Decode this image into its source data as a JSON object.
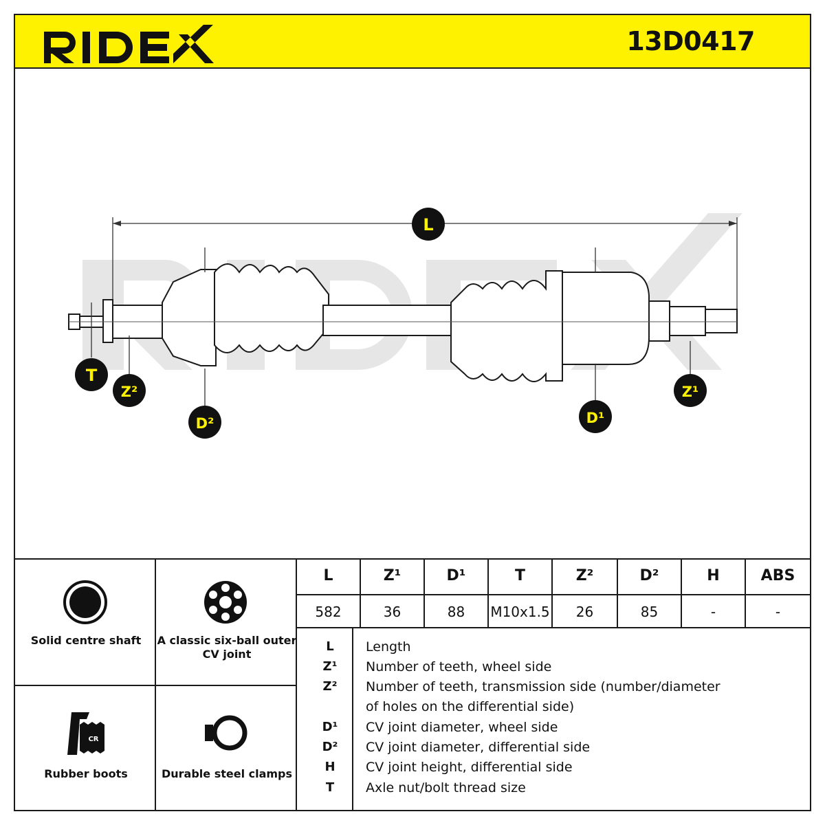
{
  "header": {
    "brand": "RIDEX",
    "part_number": "13D0417",
    "background": "#fff200"
  },
  "drawing": {
    "watermark": "RIDEX",
    "callouts": {
      "L": "L",
      "T": "T",
      "Z2": "Z²",
      "D2": "D²",
      "D1": "D¹",
      "Z1": "Z¹"
    }
  },
  "features": [
    {
      "icon": "solid-shaft-icon",
      "label": "Solid centre shaft"
    },
    {
      "icon": "six-ball-joint-icon",
      "label": "A classic six-ball outer CV joint"
    },
    {
      "icon": "rubber-boot-cr-icon",
      "label": "Rubber boots"
    },
    {
      "icon": "steel-clamp-icon",
      "label": "Durable steel clamps"
    }
  ],
  "specs": {
    "headers": [
      "L",
      "Z¹",
      "D¹",
      "T",
      "Z²",
      "D²",
      "H",
      "ABS"
    ],
    "values": [
      "582",
      "36",
      "88",
      "M10x1.5",
      "26",
      "85",
      "-",
      "-"
    ]
  },
  "legend": [
    {
      "key": "L",
      "text": "Length"
    },
    {
      "key": "Z¹",
      "text": "Number of teeth, wheel side"
    },
    {
      "key": "Z²",
      "text": "Number of teeth, transmission side (number/diameter"
    },
    {
      "key": "",
      "text": "of holes on the differential side)"
    },
    {
      "key": "D¹",
      "text": "CV joint diameter, wheel side"
    },
    {
      "key": "D²",
      "text": "CV joint diameter, differential side"
    },
    {
      "key": "H",
      "text": "CV joint height, differential side"
    },
    {
      "key": "T",
      "text": "Axle nut/bolt thread size"
    }
  ]
}
